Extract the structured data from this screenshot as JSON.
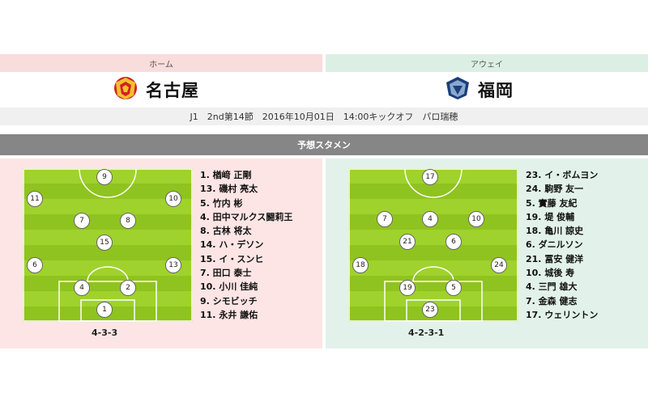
{
  "home": {
    "header": "ホーム",
    "team_name": "名古屋",
    "formation": "4-3-3",
    "players_on_pitch": [
      "9",
      "11",
      "10",
      "7",
      "8",
      "15",
      "6",
      "13",
      "4",
      "2",
      "1"
    ],
    "roster": [
      "1. 楢﨑 正剛",
      "13. 磯村 亮太",
      "5. 竹内 彬",
      "4. 田中マルクス闘莉王",
      "8. 古林 将太",
      "14. ハ・デソン",
      "15. イ・スンヒ",
      "7. 田口 泰士",
      "10. 小川 佳純",
      "9. シモビッチ",
      "11. 永井 謙佑"
    ]
  },
  "away": {
    "header": "アウェイ",
    "team_name": "福岡",
    "formation": "4-2-3-1",
    "players_on_pitch": [
      "17",
      "7",
      "4",
      "10",
      "21",
      "6",
      "18",
      "24",
      "19",
      "5",
      "23"
    ],
    "roster": [
      "23. イ・ボムヨン",
      "24. 駒野 友一",
      "5. 實藤 友紀",
      "19. 堤 俊輔",
      "18. 亀川 諒史",
      "6. ダニルソン",
      "21. 冨安 健洋",
      "10. 城後 寿",
      "4. 三門 雄大",
      "7. 金森 健志",
      "17. ウェリントン"
    ]
  },
  "match_info": "J1　2nd第14節　2016年10月01日　14:00キックオフ　パロ瑞穂",
  "section_title": "予想スタメン",
  "colors": {
    "home_bg": "#fde5e5",
    "away_bg": "#e2f2ea",
    "pitch_green": "#8fc31f"
  },
  "icons": {
    "home_emblem": "nagoya-grampus-emblem-icon",
    "away_emblem": "avispa-fukuoka-emblem-icon"
  }
}
